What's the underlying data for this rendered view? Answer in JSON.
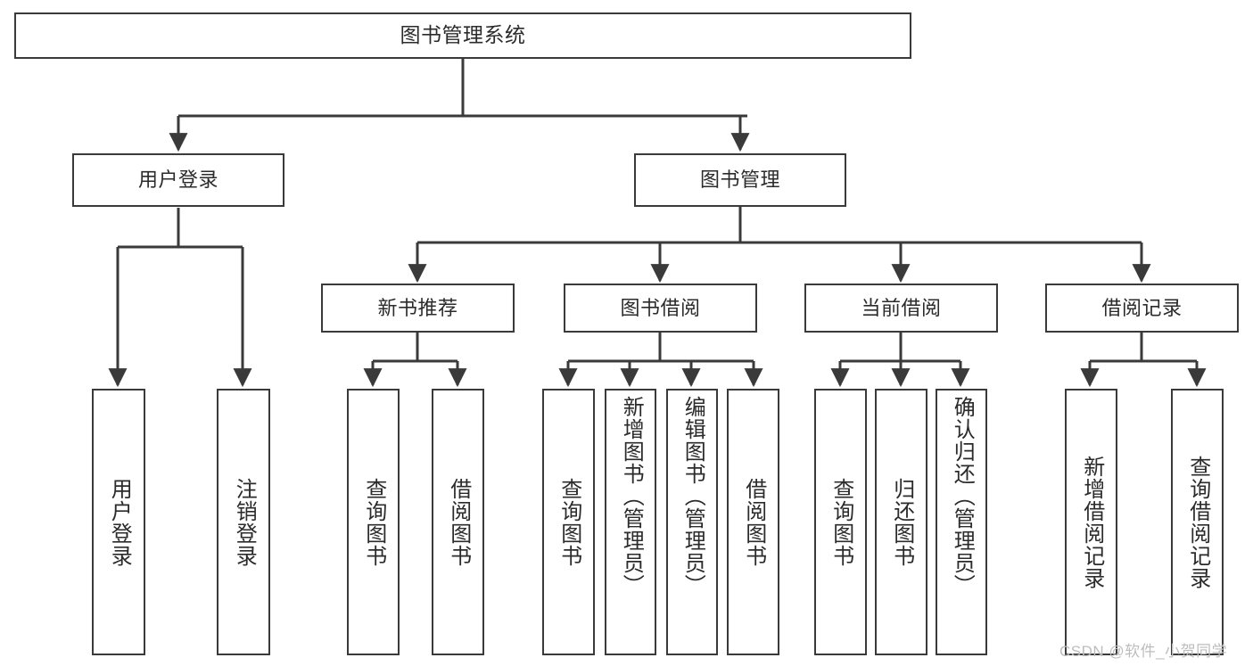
{
  "diagram": {
    "title": "图书管理系统",
    "type": "tree-hierarchy",
    "root": {
      "id": "root",
      "label": "图书管理系统"
    },
    "level2": [
      {
        "id": "user-login",
        "label": "用户登录"
      },
      {
        "id": "book-management",
        "label": "图书管理"
      }
    ],
    "level3": [
      {
        "id": "new-book-recommend",
        "label": "新书推荐",
        "parent": "book-management"
      },
      {
        "id": "book-borrow",
        "label": "图书借阅",
        "parent": "book-management"
      },
      {
        "id": "current-borrow",
        "label": "当前借阅",
        "parent": "book-management"
      },
      {
        "id": "borrow-record",
        "label": "借阅记录",
        "parent": "book-management"
      }
    ],
    "leaves": [
      {
        "id": "leaf-user-login",
        "label": "用户登录",
        "parent": "user-login"
      },
      {
        "id": "leaf-logout",
        "label": "注销登录",
        "parent": "user-login"
      },
      {
        "id": "leaf-query-book-1",
        "label": "查询图书",
        "parent": "new-book-recommend"
      },
      {
        "id": "leaf-borrow-book-1",
        "label": "借阅图书",
        "parent": "new-book-recommend"
      },
      {
        "id": "leaf-query-book-2",
        "label": "查询图书",
        "parent": "book-borrow"
      },
      {
        "id": "leaf-add-book",
        "label": "新增图书（管理员）",
        "parent": "book-borrow"
      },
      {
        "id": "leaf-edit-book",
        "label": "编辑图书（管理员）",
        "parent": "book-borrow"
      },
      {
        "id": "leaf-borrow-book-2",
        "label": "借阅图书",
        "parent": "book-borrow"
      },
      {
        "id": "leaf-query-book-3",
        "label": "查询图书",
        "parent": "current-borrow"
      },
      {
        "id": "leaf-return-book",
        "label": "归还图书",
        "parent": "current-borrow"
      },
      {
        "id": "leaf-confirm-return",
        "label": "确认归还（管理员）",
        "parent": "current-borrow"
      },
      {
        "id": "leaf-add-record",
        "label": "新增借阅记录",
        "parent": "borrow-record"
      },
      {
        "id": "leaf-query-record",
        "label": "查询借阅记录",
        "parent": "borrow-record"
      }
    ],
    "colors": {
      "stroke": "#3a3a3a",
      "text": "#2b2b2b",
      "background": "#ffffff",
      "watermark": "#bdbdbd"
    }
  },
  "watermark": {
    "text": "CSDN @软件_小贺同学"
  }
}
